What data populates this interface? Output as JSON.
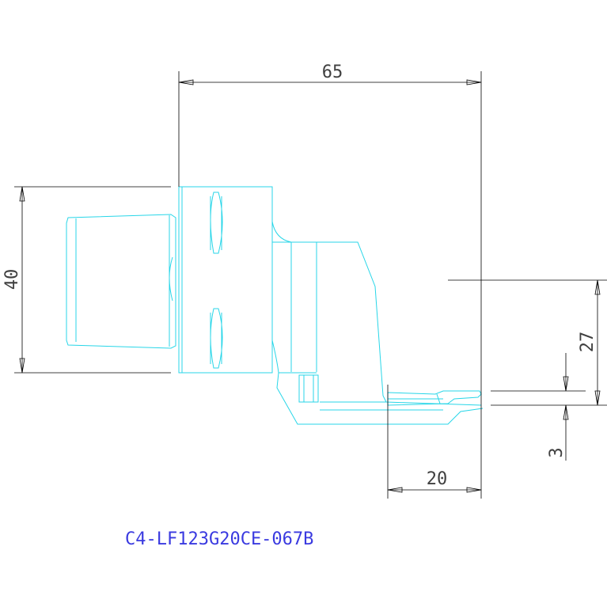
{
  "drawing": {
    "part_number": "C4-LF123G20CE-067B",
    "dimensions": {
      "overall_length": "65",
      "height": "40",
      "tip_offset": "27",
      "tip_thickness": "3",
      "tip_length": "20"
    },
    "colors": {
      "part_outline": "#28d6e8",
      "dimension_lines": "#000000",
      "dimension_text": "#404040",
      "part_number_text": "#3a3ae0"
    }
  }
}
